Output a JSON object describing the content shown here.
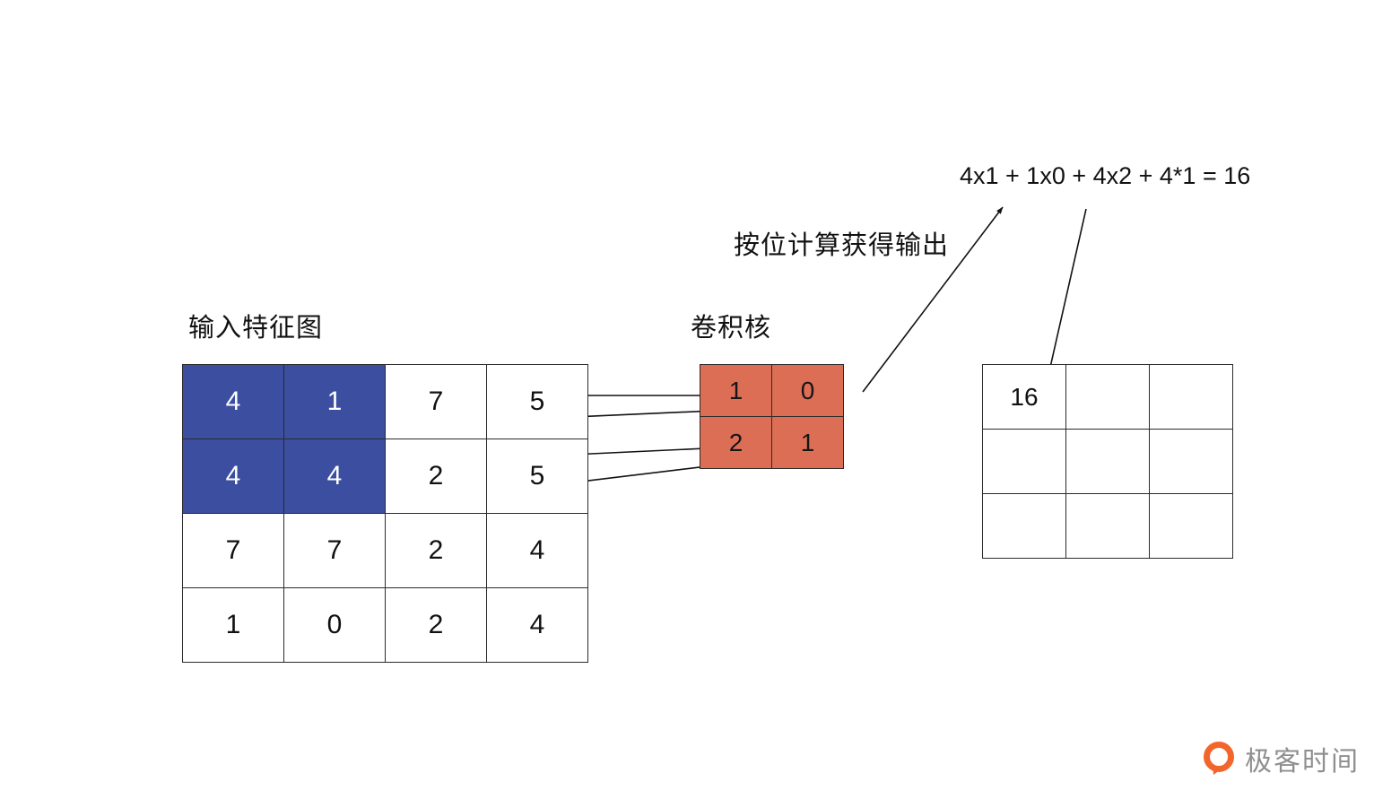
{
  "colors": {
    "highlight": "#3B4E9F",
    "kernel": "#DD6E56",
    "logo": "#F3662B",
    "line": "#2b2b2b"
  },
  "input_map": {
    "label": "输入特征图",
    "rows": [
      [
        "4",
        "1",
        "7",
        "5"
      ],
      [
        "4",
        "4",
        "2",
        "5"
      ],
      [
        "7",
        "7",
        "2",
        "4"
      ],
      [
        "1",
        "0",
        "2",
        "4"
      ]
    ],
    "highlighted_cells": "top-left 2x2 region"
  },
  "kernel": {
    "label": "卷积核",
    "rows": [
      [
        "1",
        "0"
      ],
      [
        "2",
        "1"
      ]
    ]
  },
  "output_map": {
    "rows": [
      [
        "16",
        "",
        ""
      ],
      [
        "",
        "",
        ""
      ],
      [
        "",
        "",
        ""
      ]
    ]
  },
  "annotations": {
    "formula": "4x1 + 1x0 + 4x2 + 4*1 = 16",
    "caption": "按位计算获得输出"
  },
  "logo": {
    "text": "极客时间"
  }
}
